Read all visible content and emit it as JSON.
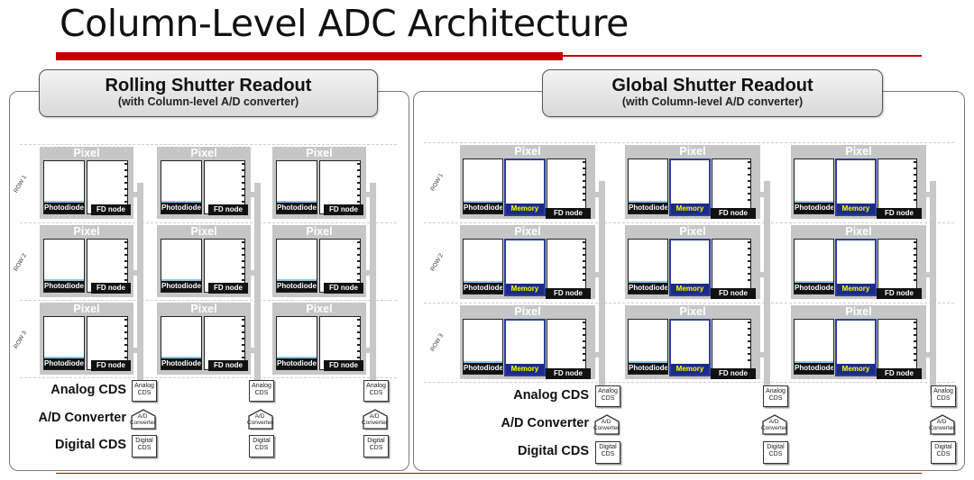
{
  "title": "Column-Level ADC Architecture",
  "pixel_label": "Pixel",
  "photodiode_label": "Photodiode",
  "memory_label": "Memory",
  "fd_label": "FD node",
  "row_labels": [
    "ROW 1",
    "ROW 2",
    "ROW 3"
  ],
  "stages": {
    "analog_cds": "Analog CDS",
    "adc": "A/D Converter",
    "digital_cds": "Digital CDS"
  },
  "blocks": {
    "analog": [
      "Analog",
      "CDS"
    ],
    "adc": [
      "A/D",
      "Converter"
    ],
    "digital": [
      "Digital",
      "CDS"
    ]
  },
  "panels": [
    {
      "id": "rolling",
      "title": "Rolling Shutter Readout",
      "subtitle": "(with Column-level A/D converter)",
      "has_memory": false
    },
    {
      "id": "global",
      "title": "Global Shutter Readout",
      "subtitle": "(with Column-level A/D converter)",
      "has_memory": true
    }
  ],
  "colors": {
    "accent_red": "#c00000",
    "memory_blue": "#1a2b8c",
    "memory_text": "#ffff00"
  }
}
